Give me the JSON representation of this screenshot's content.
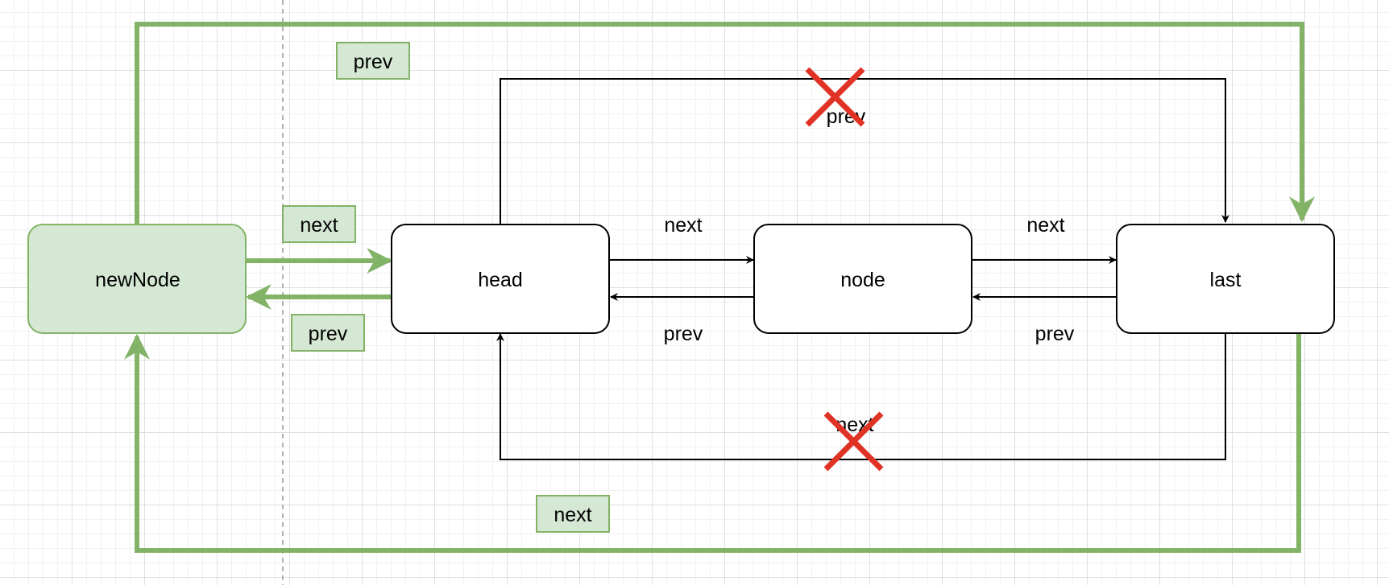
{
  "nodes": {
    "newNode": "newNode",
    "head": "head",
    "node": "node",
    "last": "last"
  },
  "labels": {
    "top_prev_box": "prev",
    "newnode_next_box": "next",
    "newnode_prev_box": "prev",
    "bottom_next_box": "next",
    "head_node_next": "next",
    "head_node_prev": "prev",
    "node_last_next": "next",
    "node_last_prev": "prev",
    "crossed_head_last_prev": "prev",
    "crossed_last_head_next": "next"
  },
  "colors": {
    "new_link": "#82b366",
    "new_fill": "#d5e8d4",
    "removed_mark": "#e03326",
    "line": "#000000",
    "guide": "#b3b3b3"
  }
}
